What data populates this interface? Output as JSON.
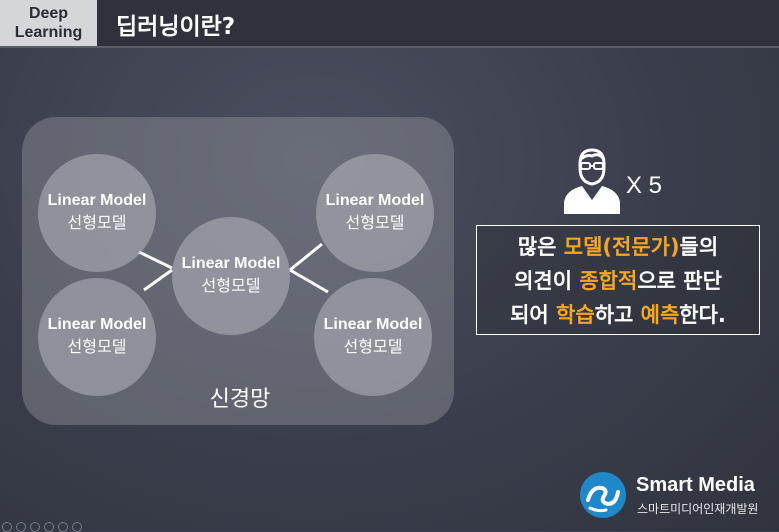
{
  "header": {
    "tag_line1": "Deep",
    "tag_line2": "Learning",
    "title": "딥러닝이란?"
  },
  "network": {
    "nodes": [
      {
        "en": "Linear Model",
        "ko": "선형모델"
      },
      {
        "en": "Linear Model",
        "ko": "선형모델"
      },
      {
        "en": "Linear Model",
        "ko": "선형모델"
      },
      {
        "en": "Linear Model",
        "ko": "선형모델"
      },
      {
        "en": "Linear Model",
        "ko": "선형모델"
      }
    ],
    "label": "신경망"
  },
  "expert": {
    "icon": "expert-person-icon",
    "multiplier": "X 5"
  },
  "description": {
    "line1": {
      "a": "많은 ",
      "b": "모델(전문가)",
      "c": "들의"
    },
    "line2": {
      "a": "의견이 ",
      "b": "종합적",
      "c": "으로 판단"
    },
    "line3": {
      "a": "되어 ",
      "b": "학습",
      "c": "하고 ",
      "d": "예측",
      "e": "한다."
    }
  },
  "colors": {
    "highlight": "#f5a623",
    "background": "#3b3f4e",
    "logo_blue": "#1e88c8"
  },
  "logo": {
    "title": "Smart Media",
    "subtitle": "스마트미디어인재개발원"
  }
}
